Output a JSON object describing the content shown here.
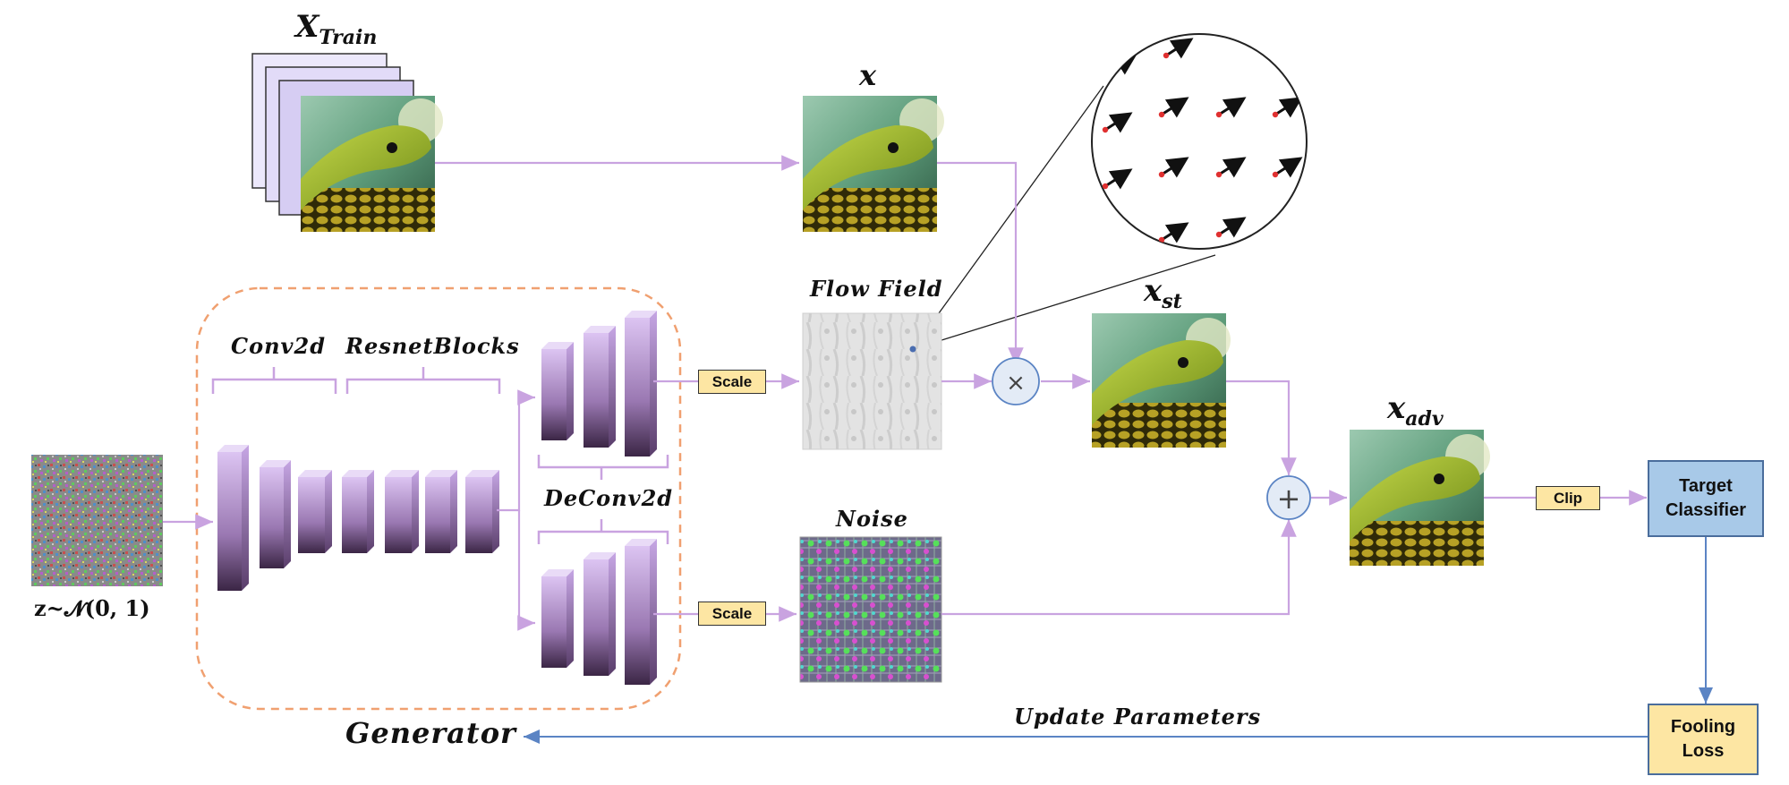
{
  "labels": {
    "x_train": "X",
    "x_train_sub": "Train",
    "x": "x",
    "flow_field": "Flow Field",
    "x_st": "x",
    "x_st_sub": "st",
    "x_adv": "x",
    "x_adv_sub": "adv",
    "conv2d": "Conv2d",
    "resnet": "ResnetBlocks",
    "deconv": "DeConv2d",
    "noise": "Noise",
    "z_dist": "z~𝓝(0, 1)",
    "generator": "Generator",
    "update": "Update Parameters"
  },
  "tags": {
    "scale_top": "Scale",
    "scale_bottom": "Scale",
    "clip": "Clip"
  },
  "boxes": {
    "target": "Target\nClassifier",
    "fooling": "Fooling\nLoss"
  },
  "ops": {
    "multiply": "×",
    "add": "+"
  },
  "colors": {
    "arrow": "#c9a3e0",
    "feedback": "#5b84c4",
    "generator_border": "#f0a070",
    "layer_light": "#d9bff0",
    "layer_dark": "#3b2645",
    "target_fill": "#a8c9e8",
    "fooling_fill": "#fde6a3"
  }
}
